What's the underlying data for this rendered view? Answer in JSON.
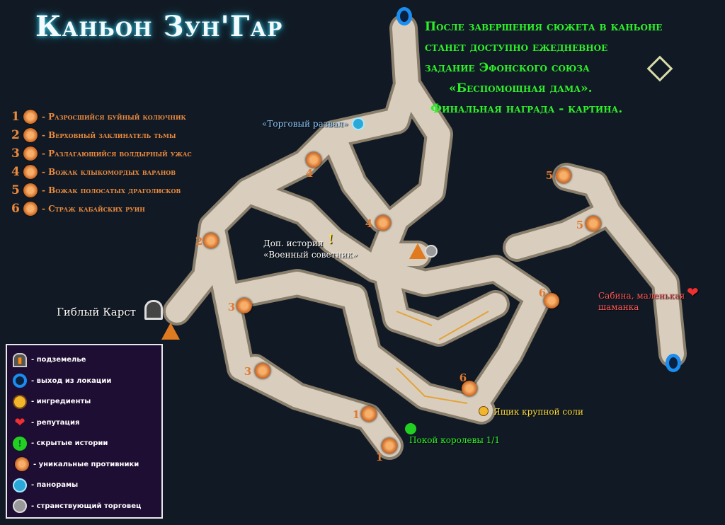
{
  "title": "Каньон Зун'Гар",
  "notice": [
    "После завершения сюжета в каньоне",
    "станет доступно ежедневное",
    "задание Эфонского союза",
    "«Беспомощная дама».",
    "Финальная награда - картина."
  ],
  "enemies": [
    {
      "num": "1",
      "name": "- Разросшийся буйный колючник"
    },
    {
      "num": "2",
      "name": "- Верховный заклинатель тьмы"
    },
    {
      "num": "3",
      "name": "- Разлагающийся волдырный ужас"
    },
    {
      "num": "4",
      "name": "- Вожак клыкомордых варанов"
    },
    {
      "num": "5",
      "name": "- Вожак полосатых драголисков"
    },
    {
      "num": "6",
      "name": "- Страж кабайских руин"
    }
  ],
  "legend": [
    {
      "icon": "dungeon-icon",
      "label": "- подземелье"
    },
    {
      "icon": "exit-portal-icon",
      "label": "- выход из локации"
    },
    {
      "icon": "ingredient-icon",
      "label": "- ингредиенты"
    },
    {
      "icon": "heart-icon",
      "label": "- репутация"
    },
    {
      "icon": "hidden-story-icon",
      "label": "- скрытые истории"
    },
    {
      "icon": "unique-enemy-icon",
      "label": "- уникальные противники"
    },
    {
      "icon": "panorama-icon",
      "label": "- панорамы"
    },
    {
      "icon": "wandering-merchant-icon",
      "label": "- странствующий торговец"
    }
  ],
  "map_labels": {
    "panorama": "«Торговый развал»",
    "side_story_1": "Доп. история",
    "side_story_2": "«Военный советник»",
    "dungeon": "Гиблый Карст",
    "ingredient": "Ящик крупной соли",
    "hidden_story": "Покой королевы 1/1",
    "npc_1": "Сабина, маленькая",
    "npc_2": "шаманка"
  },
  "map_markers": [
    "4",
    "4",
    "2",
    "3",
    "3",
    "1",
    "1",
    "6",
    "6",
    "5",
    "5"
  ],
  "colors": {
    "notice": "#2ef02a",
    "enemy": "#ec8a3e",
    "ground": "#d9cebd",
    "legend_bg": "#1f0e34"
  }
}
